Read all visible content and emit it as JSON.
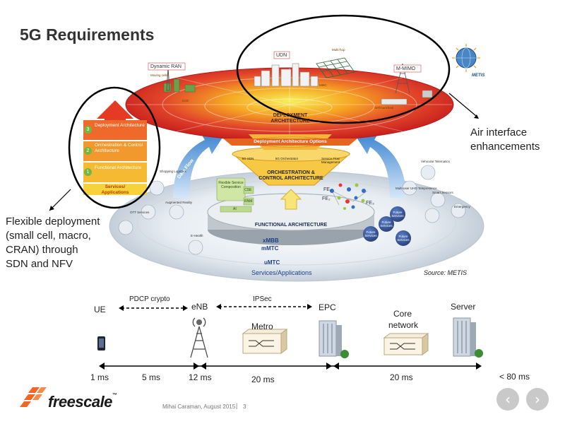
{
  "slide": {
    "title": "5G Requirements",
    "footer": {
      "author_date": "Mihai Caraman, August 2015",
      "separator": "|",
      "page": "3",
      "logo": "freescale",
      "logo_tm": "™"
    }
  },
  "diagram": {
    "top_disk_labels": [
      "Dynamic RAN",
      "UDN",
      "M-MIMO"
    ],
    "small_labels": [
      "Moving cells",
      "D2D",
      "MMC",
      "Multi-hop",
      "Self-backhaul"
    ],
    "deployment_label": "DEPLOYMENT ARCHITECTURE",
    "deployment_options": "Deployment Architecture Options",
    "data_flow": "Data Flow",
    "orchestration_label": "ORCHESTRATION & CONTROL ARCHITECTURE",
    "orch_boxes": [
      "5G SDN",
      "5G Orchestrator",
      "Service Flow Management"
    ],
    "functional_label": "FUNCTIONAL ARCHITECTURE",
    "functional_items": [
      "Flexible Service Composition",
      "CSE",
      "RNM",
      "AI"
    ],
    "fe_labels": [
      "FE₁",
      "FE₂",
      "FE₃"
    ],
    "services": [
      "xMBB",
      "mMTC",
      "uMTC",
      "Services/Applications"
    ],
    "service_icons": [
      "Shopping Logistics",
      "Augmented Reality",
      "OTT Services",
      "E-Health",
      "Vehicular Telematics",
      "Multi-user UHD Telepresence",
      "Smart Sensors",
      "Emergency"
    ],
    "future_services": [
      "Future Services",
      "Future Services",
      "Future Services",
      "Future Services"
    ],
    "stack": [
      {
        "num": "3",
        "label": "Deployment Architecture"
      },
      {
        "num": "2",
        "label": "Orchestration & Control Architecture"
      },
      {
        "num": "1",
        "label": "Functional Architecture"
      }
    ],
    "stack_base": "Services/ Applications",
    "source": "Source: METIS",
    "metis_logo": "METIS"
  },
  "annotations": {
    "left": [
      "Flexible deployment",
      "(small cell, macro,",
      "CRAN) through",
      "SDN and NFV"
    ],
    "right": [
      "Air interface",
      "enhancements"
    ]
  },
  "latency": {
    "nodes": {
      "ue": "UE",
      "enb": "eNB",
      "epc": "EPC",
      "core": [
        "Core",
        "network"
      ],
      "server": "Server",
      "metro": "Metro"
    },
    "links": {
      "pdcp": "PDCP crypto",
      "ipsec": "IPSec"
    },
    "times": [
      "1 ms",
      "5 ms",
      "12 ms",
      "20 ms",
      "20 ms",
      "< 80 ms"
    ]
  },
  "colors": {
    "accent": "#f26522",
    "disk_red": "#d8231f",
    "arrow_blue": "#4a8fd4",
    "green": "#72b840"
  }
}
